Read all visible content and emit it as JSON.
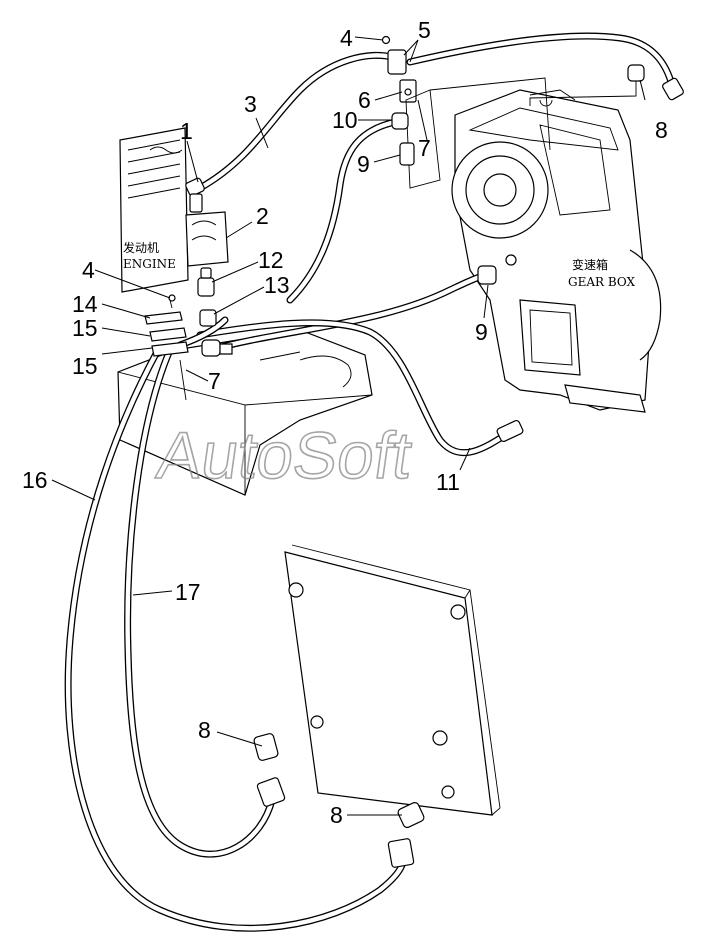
{
  "assemblies": {
    "engine": {
      "label_cn": "发动机",
      "label_en": "ENGINE"
    },
    "gearbox": {
      "label_cn": "变速箱",
      "label_en": "GEAR BOX"
    }
  },
  "callouts": [
    {
      "id": "c1",
      "number": "1"
    },
    {
      "id": "c2",
      "number": "2"
    },
    {
      "id": "c3",
      "number": "3"
    },
    {
      "id": "c4a",
      "number": "4"
    },
    {
      "id": "c4b",
      "number": "4"
    },
    {
      "id": "c5",
      "number": "5"
    },
    {
      "id": "c6",
      "number": "6"
    },
    {
      "id": "c7a",
      "number": "7"
    },
    {
      "id": "c7b",
      "number": "7"
    },
    {
      "id": "c8a",
      "number": "8"
    },
    {
      "id": "c8b",
      "number": "8"
    },
    {
      "id": "c8c",
      "number": "8"
    },
    {
      "id": "c9a",
      "number": "9"
    },
    {
      "id": "c9b",
      "number": "9"
    },
    {
      "id": "c10",
      "number": "10"
    },
    {
      "id": "c11",
      "number": "11"
    },
    {
      "id": "c12",
      "number": "12"
    },
    {
      "id": "c13",
      "number": "13"
    },
    {
      "id": "c14",
      "number": "14"
    },
    {
      "id": "c15a",
      "number": "15"
    },
    {
      "id": "c15b",
      "number": "15"
    },
    {
      "id": "c16",
      "number": "16"
    },
    {
      "id": "c17",
      "number": "17"
    }
  ],
  "watermark": "AutoSoft",
  "colors": {
    "ink": "#000000",
    "paper": "#ffffff",
    "watermark": "#888888"
  }
}
